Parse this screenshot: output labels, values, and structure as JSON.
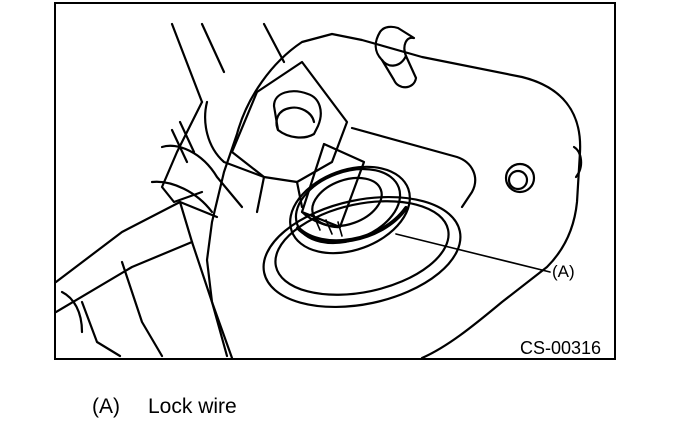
{
  "figure": {
    "callout": "(A)",
    "code": "CS-00316"
  },
  "legend": [
    {
      "letter": "(A)",
      "text": "Lock wire"
    }
  ]
}
